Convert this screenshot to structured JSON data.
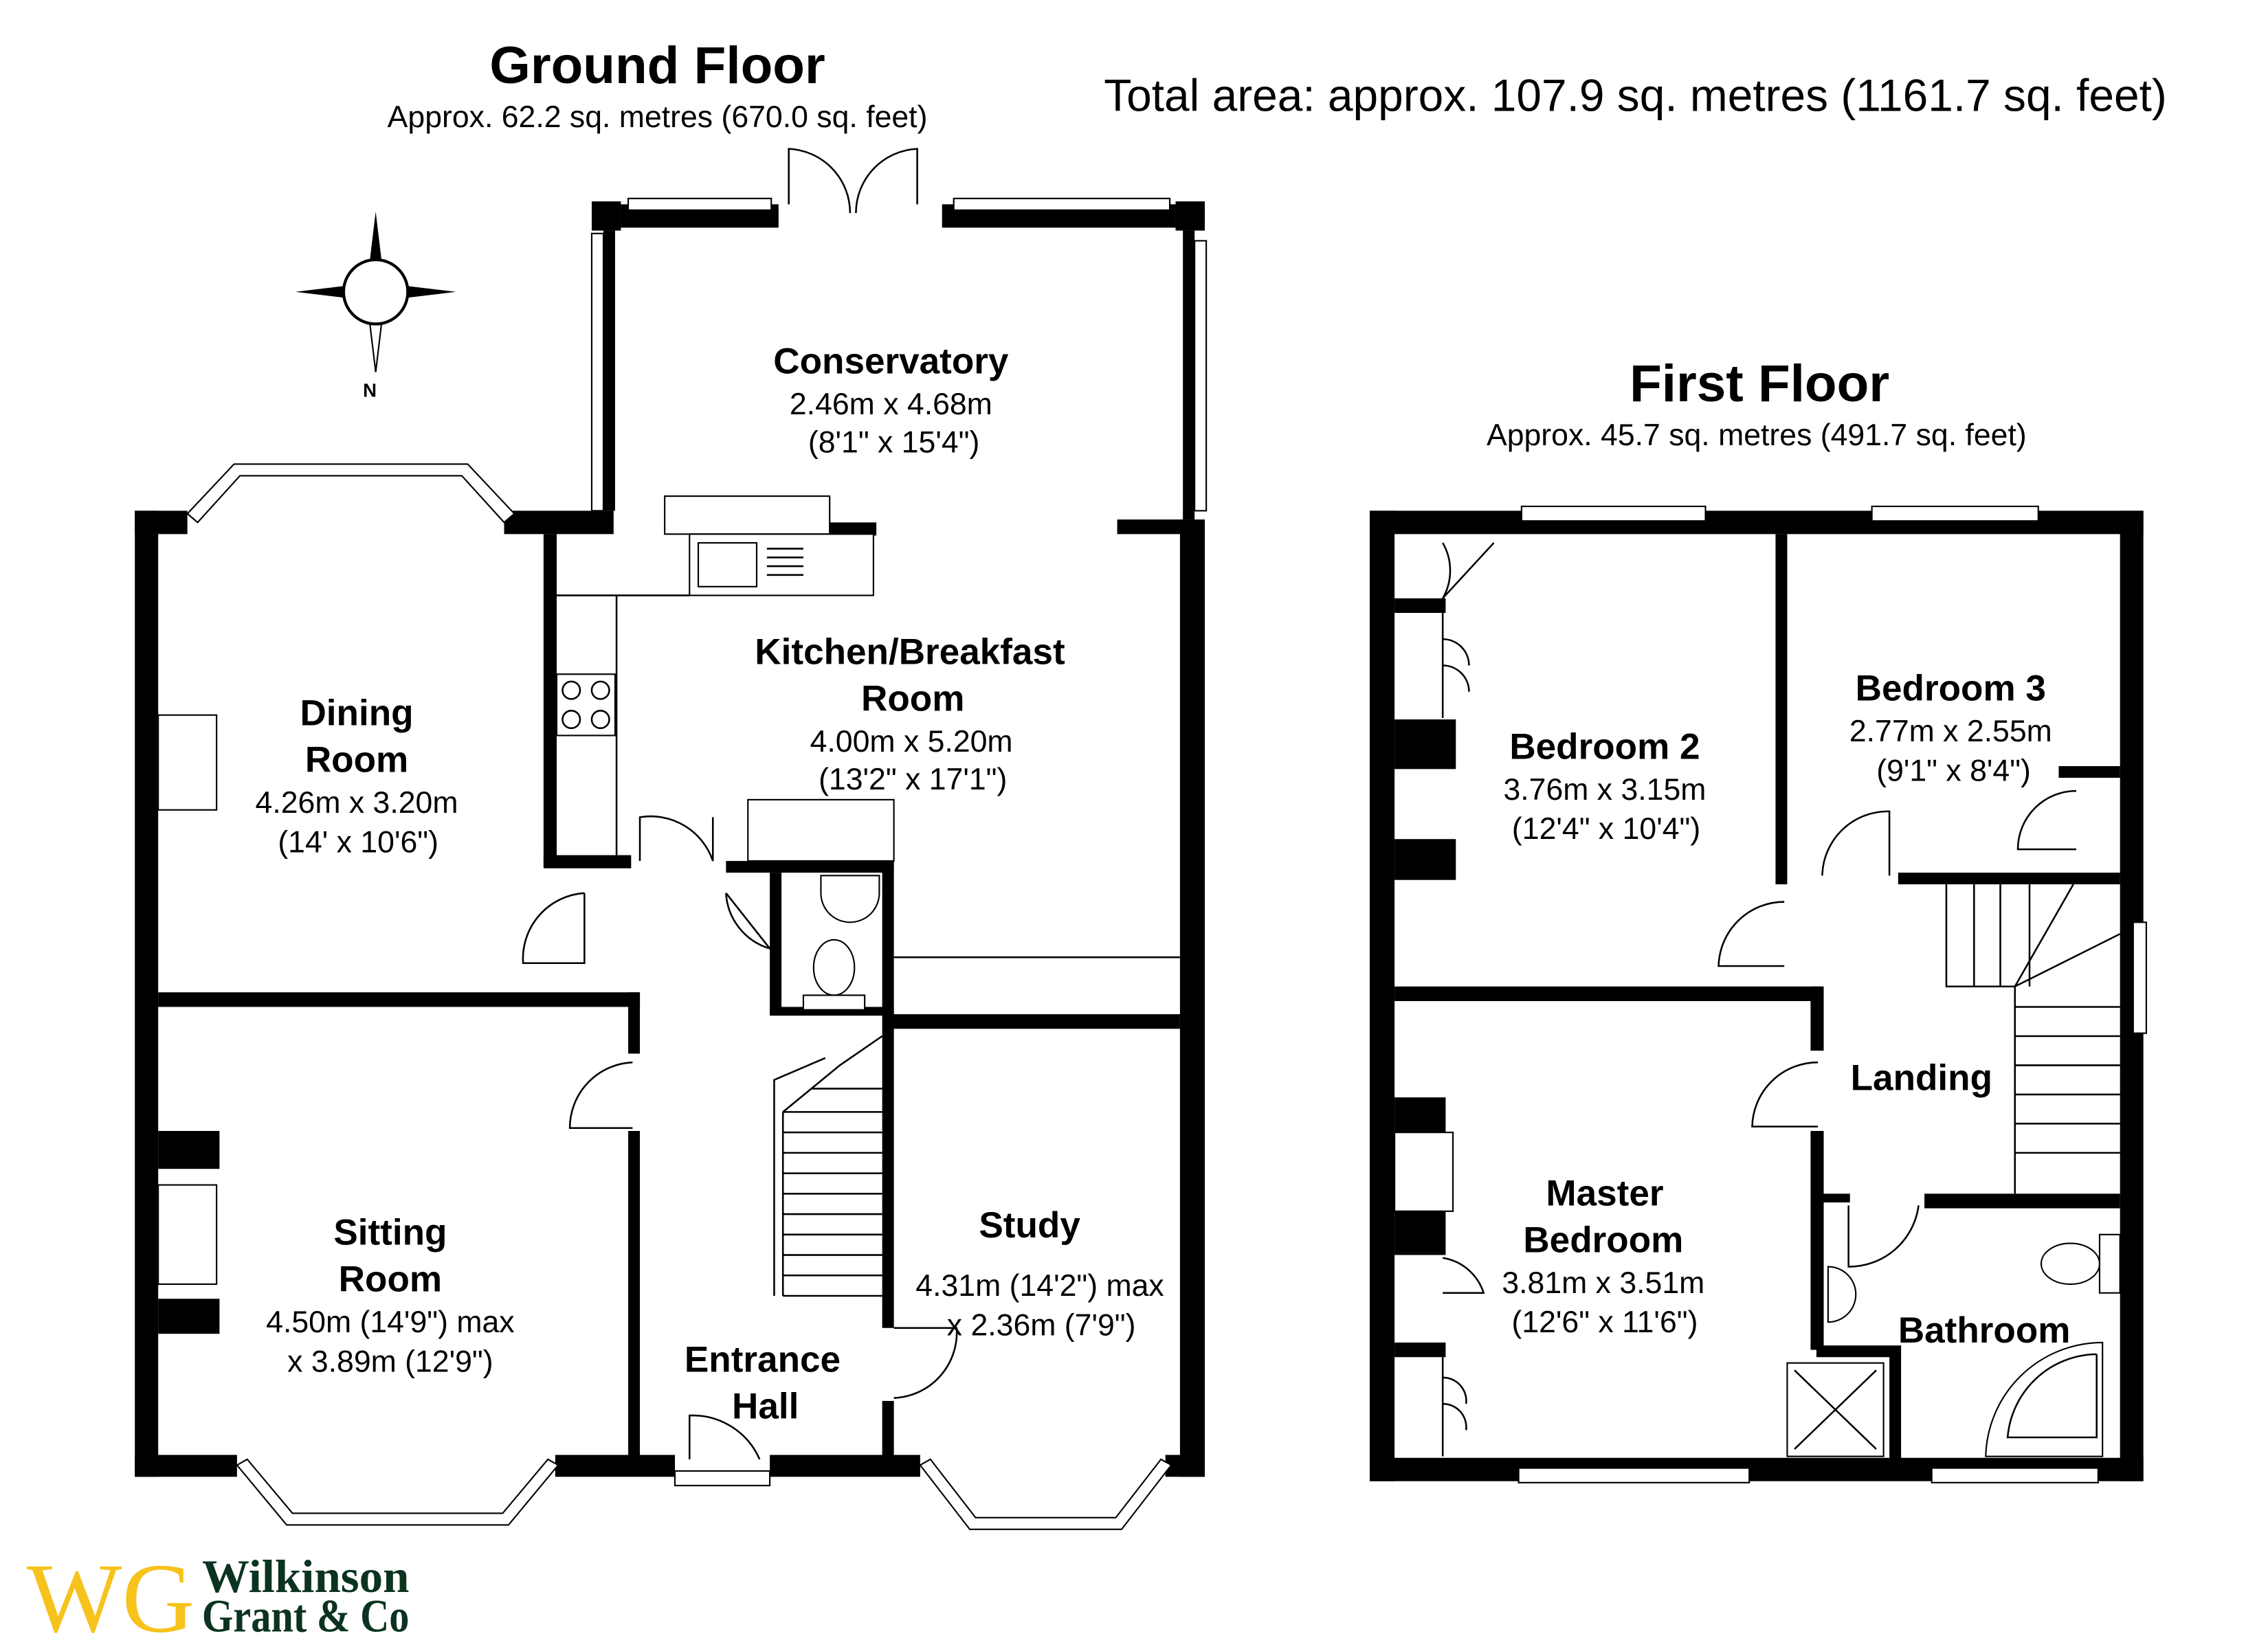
{
  "header": {
    "total_area": "Total area: approx. 107.9 sq. metres (1161.7 sq. feet)"
  },
  "ground_floor": {
    "title": "Ground Floor",
    "area": "Approx. 62.2 sq. metres (670.0 sq. feet)",
    "rooms": {
      "conservatory": {
        "name": "Conservatory",
        "dim1": "2.46m x 4.68m",
        "dim2": "(8'1\" x 15'4\")"
      },
      "kitchen": {
        "name1": "Kitchen/Breakfast",
        "name2": "Room",
        "dim1": "4.00m x 5.20m",
        "dim2": "(13'2\" x 17'1\")"
      },
      "dining": {
        "name1": "Dining",
        "name2": "Room",
        "dim1": "4.26m x 3.20m",
        "dim2": "(14' x 10'6\")"
      },
      "sitting": {
        "name1": "Sitting",
        "name2": "Room",
        "dim1": "4.50m (14'9\") max",
        "dim2": "x 3.89m (12'9\")"
      },
      "study": {
        "name": "Study",
        "dim1": "4.31m (14'2\") max",
        "dim2": "x 2.36m (7'9\")"
      },
      "hall": {
        "name1": "Entrance",
        "name2": "Hall"
      }
    }
  },
  "first_floor": {
    "title": "First Floor",
    "area": "Approx. 45.7 sq. metres (491.7 sq. feet)",
    "rooms": {
      "bedroom2": {
        "name": "Bedroom 2",
        "dim1": "3.76m x 3.15m",
        "dim2": "(12'4\" x 10'4\")"
      },
      "bedroom3": {
        "name": "Bedroom 3",
        "dim1": "2.77m x 2.55m",
        "dim2": "(9'1\" x 8'4\")"
      },
      "landing": {
        "name": "Landing"
      },
      "master": {
        "name1": "Master",
        "name2": "Bedroom",
        "dim1": "3.81m x 3.51m",
        "dim2": "(12'6\" x 11'6\")"
      },
      "bathroom": {
        "name": "Bathroom"
      }
    }
  },
  "compass": {
    "label": "N"
  },
  "logo": {
    "mark": "WG",
    "line1": "Wilkinson",
    "line2": "Grant & Co",
    "mark_color": "#f6c21c",
    "text_color": "#0b3320"
  }
}
